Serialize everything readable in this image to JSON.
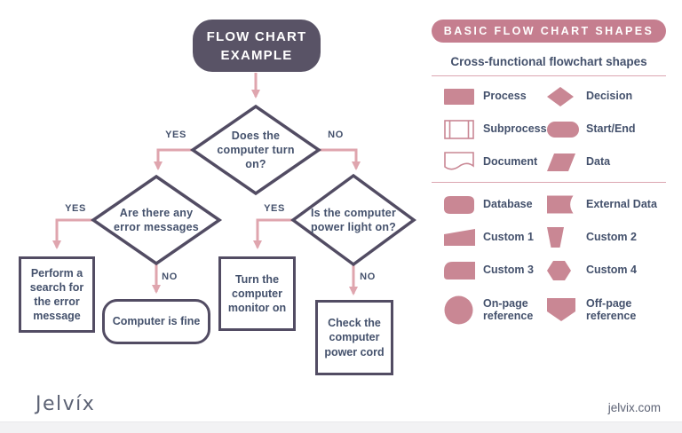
{
  "colors": {
    "bg": "#ffffff",
    "dark": "#524c63",
    "title_bg": "#595366",
    "text": "#44516c",
    "pink": "#c98794",
    "pink_arrow": "#dfa5ae",
    "pink_banner": "#c57e8f",
    "pink_divider": "#dba6b1",
    "footer_text": "#5c6274"
  },
  "flowchart": {
    "title": "FLOW CHART EXAMPLE",
    "decisions": {
      "d1": "Does the computer turn on?",
      "d2": "Are there any error messages",
      "d3": "Is the computer power light on?"
    },
    "processes": {
      "search_error": "Perform a search for the error message",
      "computer_fine": "Computer is fine",
      "monitor_on": "Turn the computer monitor on",
      "power_cord": "Check the computer power cord"
    },
    "branch_labels": {
      "d1_yes": "YES",
      "d1_no": "NO",
      "d2_yes": "YES",
      "d2_no": "NO",
      "d3_yes": "YES",
      "d3_no": "NO"
    }
  },
  "legend": {
    "banner": "BASIC FLOW CHART SHAPES",
    "subtitle": "Cross-functional flowchart shapes",
    "group1": [
      {
        "icon": "process",
        "label": "Process"
      },
      {
        "icon": "decision",
        "label": "Decision"
      },
      {
        "icon": "subprocess",
        "label": "Subprocess"
      },
      {
        "icon": "start-end",
        "label": "Start/End"
      },
      {
        "icon": "document",
        "label": "Document"
      },
      {
        "icon": "data",
        "label": "Data"
      }
    ],
    "group2": [
      {
        "icon": "database",
        "label": "Database"
      },
      {
        "icon": "external-data",
        "label": "External Data"
      },
      {
        "icon": "custom-1",
        "label": "Custom 1"
      },
      {
        "icon": "custom-2",
        "label": "Custom 2"
      },
      {
        "icon": "custom-3",
        "label": "Custom 3"
      },
      {
        "icon": "custom-4",
        "label": "Custom 4"
      },
      {
        "icon": "on-page-reference",
        "label": "On-page reference"
      },
      {
        "icon": "off-page-reference",
        "label": "Off-page reference"
      }
    ]
  },
  "footer": {
    "logo": "Jelvíx",
    "website": "jelvix.com"
  }
}
